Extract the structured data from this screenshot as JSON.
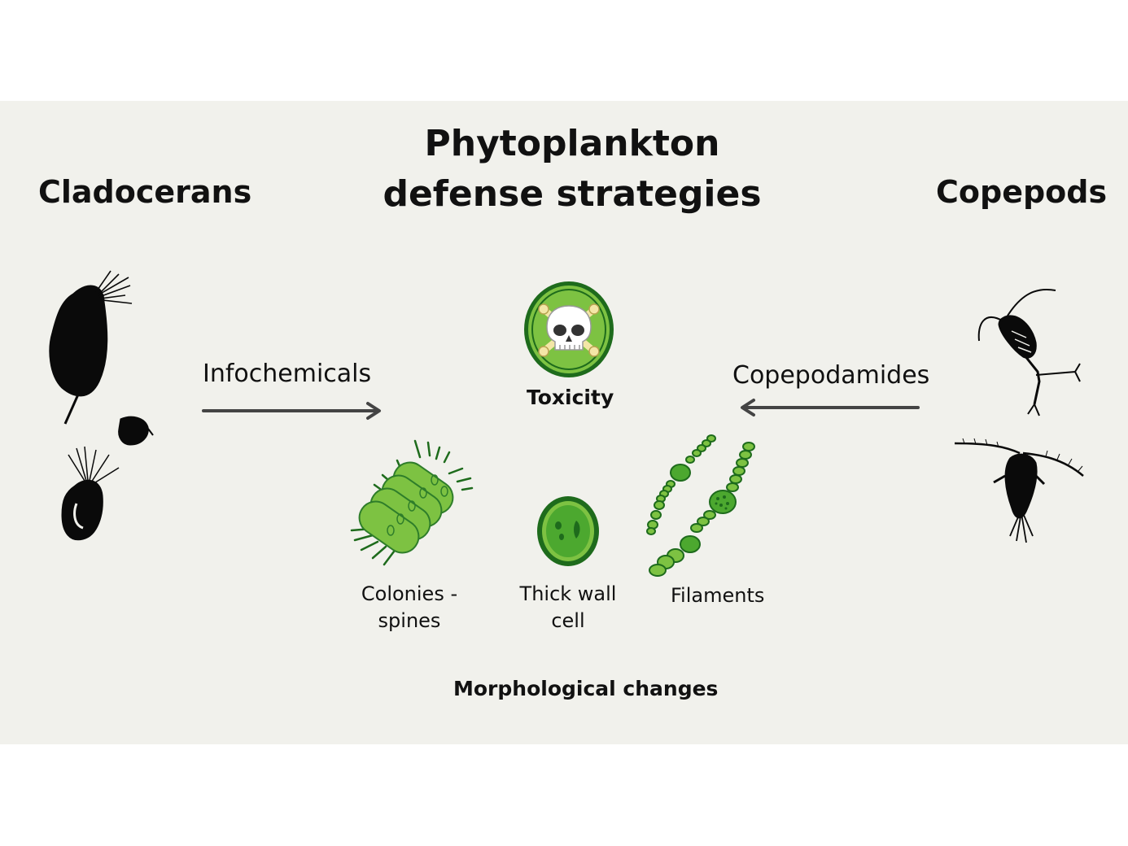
{
  "title_lines": [
    "Phytoplankton",
    "defense strategies"
  ],
  "left_group": "Cladocerans",
  "right_group": "Copepods",
  "left_signal": "Infochemicals",
  "right_signal": "Copepodamides",
  "toxicity_label": "Toxicity",
  "morph_items": {
    "colonies": [
      "Colonies -",
      "spines"
    ],
    "thick_wall": [
      "Thick wall",
      "cell"
    ],
    "filaments": "Filaments"
  },
  "morph_label": "Morphological changes",
  "colors": {
    "panel_bg": "#f1f1ec",
    "silhouette": "#0a0a0a",
    "arrow": "#444444",
    "green_light": "#7dc242",
    "green_mid": "#4ca82f",
    "green_dark": "#1e6b1c"
  },
  "icons": [
    "daphnia-icon",
    "skull-icon",
    "copepod-icon",
    "algae-colony-icon",
    "thick-wall-cell-icon",
    "filament-icon"
  ]
}
